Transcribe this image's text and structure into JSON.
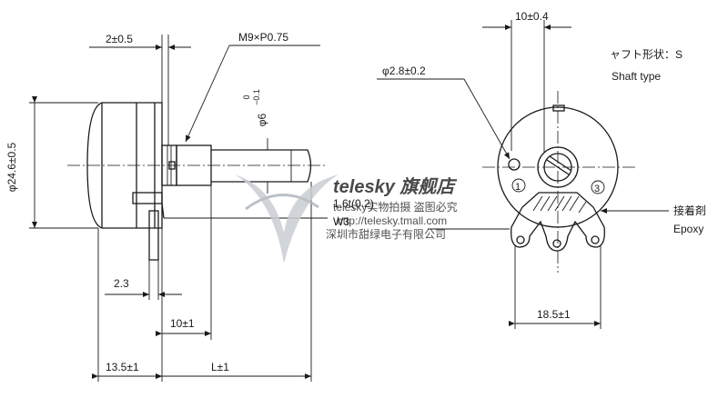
{
  "diagram": {
    "left_view": {
      "labels": {
        "bushing_width": "2±0.5",
        "thread": "M9×P0.75",
        "shaft_dia": "φ6",
        "shaft_tol_upper": "0",
        "shaft_tol_lower": "−0.1",
        "body_dia": "φ24.6±0.5",
        "terminal_offset": "2.3",
        "bushing_len": "10±1",
        "body_depth": "13.5±1",
        "shaft_len": "L±1",
        "terminal_note_1": "1.6t(0.2)",
        "terminal_note_2": "W3"
      }
    },
    "right_view": {
      "labels": {
        "shaft_slot": "10±0.4",
        "shaft_type_jp": "ャフト形状：S",
        "shaft_type_en": "Shaft type",
        "hole_dia": "φ2.8±0.2",
        "adhesive_jp": "接着剤",
        "adhesive_en": "Epoxy",
        "terminal_span": "18.5±1",
        "terminal_1": "1",
        "terminal_3": "3"
      }
    },
    "watermark": {
      "brand": "telesky 旗舰店",
      "line1": "telesky实物拍摄 盗图必究",
      "line2": "http://telesky.tmall.com",
      "line3": "深圳市甜绿电子有限公司"
    }
  }
}
